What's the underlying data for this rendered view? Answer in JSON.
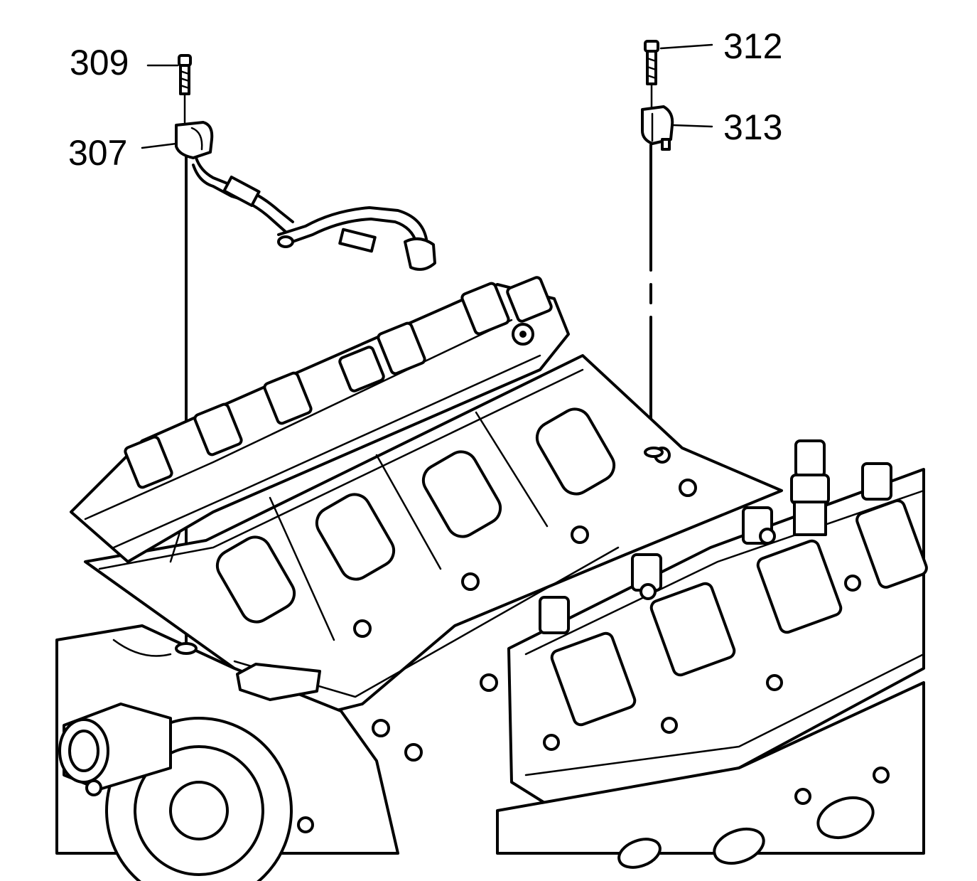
{
  "callouts": {
    "c309": "309",
    "c307": "307",
    "c312": "312",
    "c313": "313"
  },
  "colors": {
    "line": "#000000",
    "background": "#ffffff"
  }
}
